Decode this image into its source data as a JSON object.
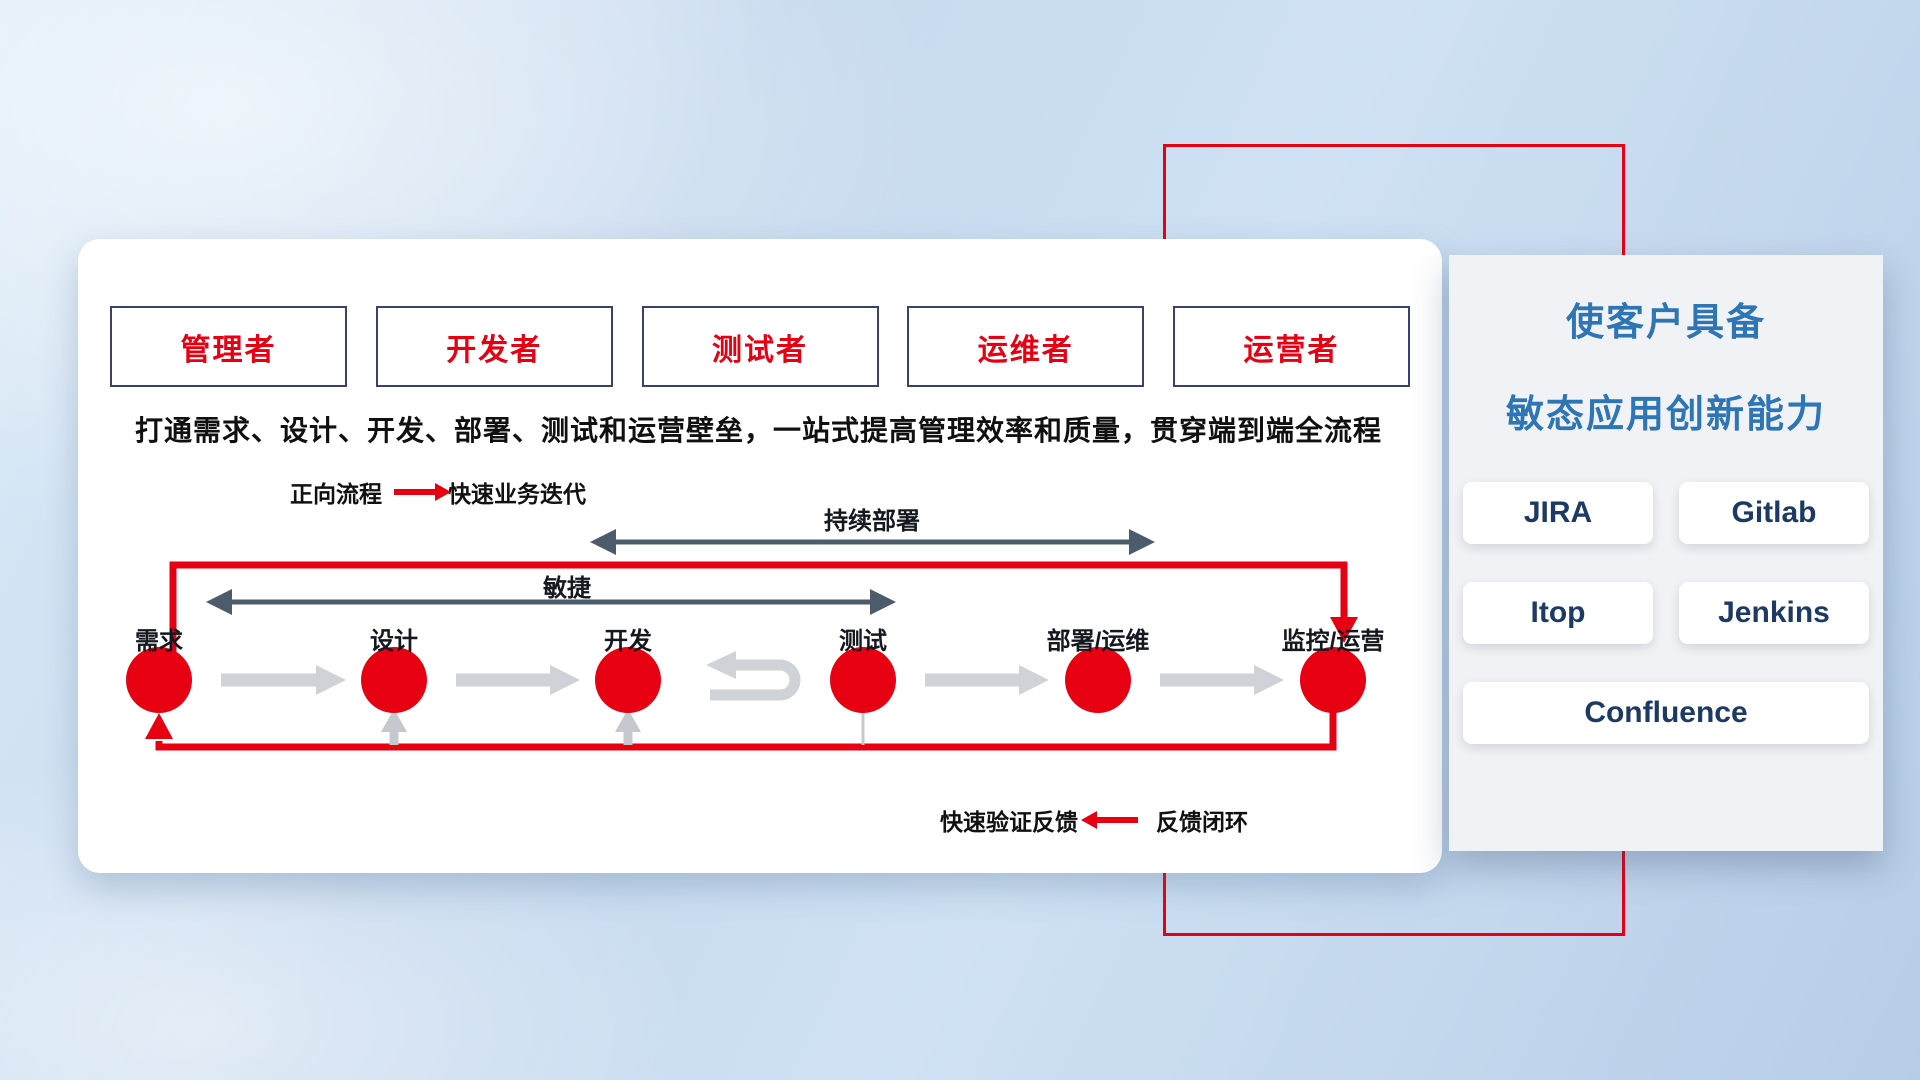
{
  "roles": [
    "管理者",
    "开发者",
    "测试者",
    "运维者",
    "运营者"
  ],
  "headline": "打通需求、设计、开发、部署、测试和运营壁垒，一站式提高管理效率和质量，贯穿端到端全流程",
  "legend_forward": {
    "label": "正向流程",
    "desc": "快速业务迭代"
  },
  "legend_feedback": {
    "desc": "快速验证反馈",
    "label": "反馈闭环"
  },
  "flow": {
    "deploy_label": "持续部署",
    "agile_label": "敏捷",
    "nodes": [
      "需求",
      "设计",
      "开发",
      "测试",
      "部署/运维",
      "监控/运营"
    ]
  },
  "side_panel": {
    "title_line1": "使客户具备",
    "title_line2": "敏态应用创新能力",
    "tools": [
      "JIRA",
      "Gitlab",
      "Itop",
      "Jenkins",
      "Confluence"
    ]
  },
  "colors": {
    "red": "#e60012",
    "slate_arrow": "#4d5c6d",
    "gray_arrow": "#cfd2d6",
    "title_blue": "#2e75b6",
    "tool_navy": "#1c3a63"
  }
}
